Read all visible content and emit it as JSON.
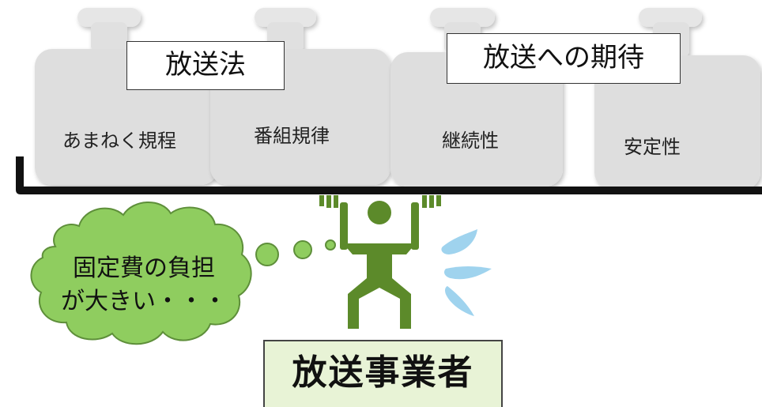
{
  "groups": {
    "left": "放送法",
    "right": "放送への期待"
  },
  "weights": [
    {
      "label": "あまねく規程"
    },
    {
      "label": "番組規律"
    },
    {
      "label": "継続性"
    },
    {
      "label": "安定性"
    }
  ],
  "thought": {
    "line1": "固定費の負担",
    "line2": "が大きい・・・"
  },
  "caption": "放送事業者",
  "colors": {
    "figure": "#5c8a2a",
    "bubble_fill": "#8fcd5f",
    "bubble_stroke": "#5e8f3a",
    "sweat": "#9fd3ee",
    "caption_bg": "#e8f3d6",
    "weight_fill": "#dedede",
    "bar": "#111111"
  }
}
